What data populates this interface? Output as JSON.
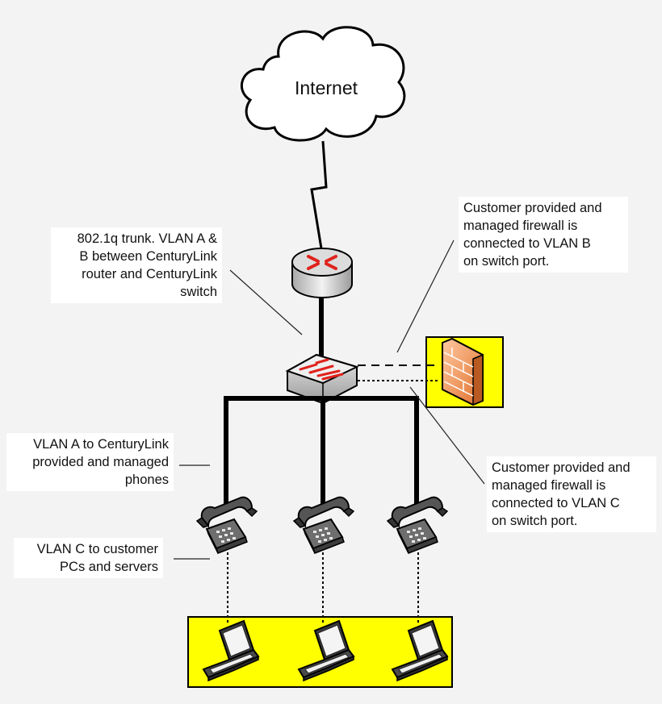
{
  "cloud": {
    "label": "Internet"
  },
  "notes": {
    "trunk": [
      "802.1q trunk. VLAN A &",
      "B between CenturyLink",
      "router and CenturyLink",
      "switch"
    ],
    "firewall_b": [
      "Customer provided and",
      "managed firewall is",
      "connected to VLAN B",
      "on switch port."
    ],
    "vlan_a": [
      "VLAN A to CenturyLink",
      "provided and managed",
      "phones"
    ],
    "firewall_c": [
      "Customer provided and",
      "managed firewall is",
      "connected to VLAN C",
      "on switch port."
    ],
    "vlan_c": [
      "VLAN C to customer",
      "PCs and servers"
    ]
  },
  "colors": {
    "highlight": "#ffff00",
    "router_body": "#d9d9d9",
    "arrow_red": "#e0221c",
    "firewall_brick": "#f08b46",
    "device_dark": "#3a3a3a"
  },
  "icons": {
    "cloud": "cloud-icon",
    "router": "router-icon",
    "switch": "switch-icon",
    "firewall": "firewall-icon",
    "phone": "phone-icon",
    "laptop": "laptop-icon"
  }
}
